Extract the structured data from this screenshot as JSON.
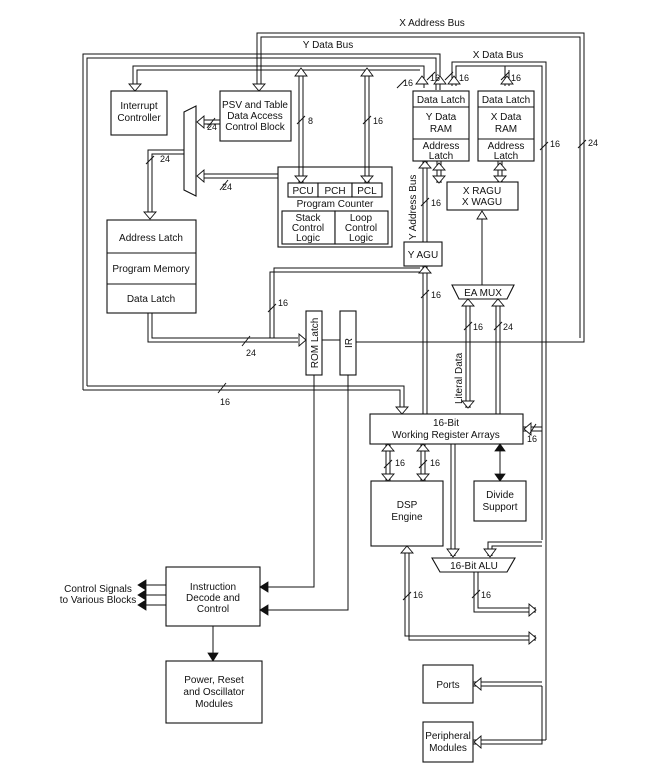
{
  "buses": {
    "x_address_bus": "X Address Bus",
    "y_data_bus": "Y Data Bus",
    "x_data_bus": "X Data Bus",
    "y_address_bus": "Y Address Bus",
    "literal_data": "Literal Data"
  },
  "blocks": {
    "interrupt_controller": [
      "Interrupt",
      "Controller"
    ],
    "psv_block": [
      "PSV and Table",
      "Data Access",
      "Control Block"
    ],
    "y_data_latch": "Data Latch",
    "y_data_ram": [
      "Y Data",
      "RAM"
    ],
    "y_address_latch": [
      "Address",
      "Latch"
    ],
    "x_data_latch": "Data Latch",
    "x_data_ram": [
      "X Data",
      "RAM"
    ],
    "x_address_latch": [
      "Address",
      "Latch"
    ],
    "pcu": "PCU",
    "pch": "PCH",
    "pcl": "PCL",
    "program_counter": "Program Counter",
    "stack_control": [
      "Stack",
      "Control",
      "Logic"
    ],
    "loop_control": [
      "Loop",
      "Control",
      "Logic"
    ],
    "x_ragu": "X RAGU",
    "x_wagu": "X WAGU",
    "pm_address_latch": "Address Latch",
    "program_memory": "Program Memory",
    "pm_data_latch": "Data Latch",
    "y_agu": "Y AGU",
    "ea_mux": "EA MUX",
    "rom_latch": "ROM Latch",
    "ir": "IR",
    "working_registers": [
      "16-Bit",
      "Working Register Arrays"
    ],
    "dsp_engine": [
      "DSP",
      "Engine"
    ],
    "divide_support": [
      "Divide",
      "Support"
    ],
    "alu": "16-Bit ALU",
    "control_signals": [
      "Control Signals",
      "to Various Blocks"
    ],
    "instruction_decode": [
      "Instruction",
      "Decode and",
      "Control"
    ],
    "power_reset": [
      "Power, Reset",
      "and Oscillator",
      "Modules"
    ],
    "ports": "Ports",
    "peripheral_modules": [
      "Peripheral",
      "Modules"
    ]
  },
  "widths": {
    "w16": "16",
    "w24": "24",
    "w8": "8"
  }
}
